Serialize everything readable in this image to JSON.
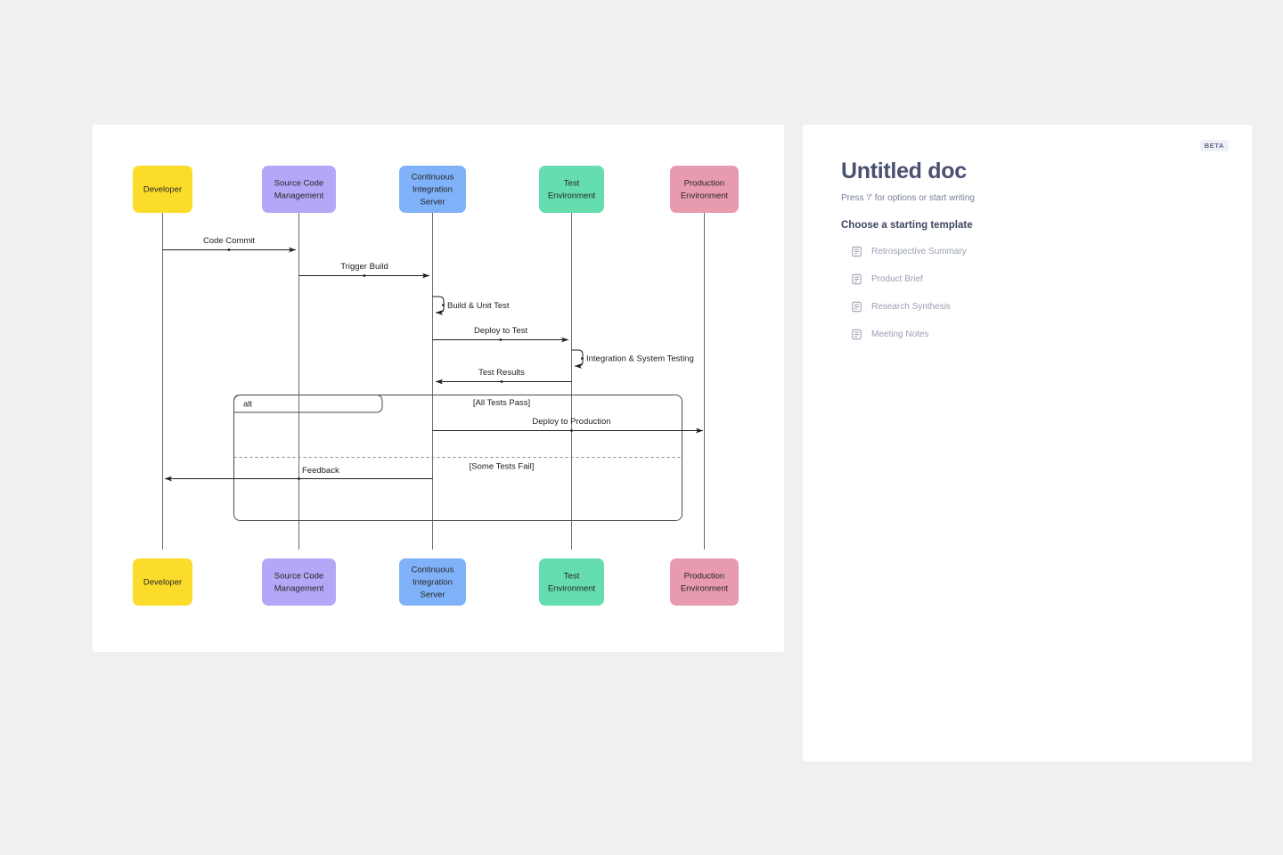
{
  "diagram": {
    "type": "sequence-diagram",
    "participants": [
      {
        "id": "dev",
        "label": "Developer",
        "color": "#FCDC2A",
        "lines": [
          "Developer"
        ]
      },
      {
        "id": "scm",
        "label": "Source Code Management",
        "color": "#B6A6F7",
        "lines": [
          "Source Code",
          "Management"
        ]
      },
      {
        "id": "ci",
        "label": "Continuous Integration Server",
        "color": "#7FB2F9",
        "lines": [
          "Continuous",
          "Integration",
          "Server"
        ]
      },
      {
        "id": "test",
        "label": "Test Environment",
        "color": "#65DDAF",
        "lines": [
          "Test",
          "Environment"
        ]
      },
      {
        "id": "prod",
        "label": "Production Environment",
        "color": "#E89BAE",
        "lines": [
          "Production",
          "Environment"
        ]
      }
    ],
    "messages": [
      {
        "label": "Code Commit",
        "from": "dev",
        "to": "scm",
        "kind": "sync"
      },
      {
        "label": "Trigger Build",
        "from": "scm",
        "to": "ci",
        "kind": "sync"
      },
      {
        "label": "Build & Unit Test",
        "from": "ci",
        "to": "ci",
        "kind": "self"
      },
      {
        "label": "Deploy to Test",
        "from": "ci",
        "to": "test",
        "kind": "sync"
      },
      {
        "label": "Integration & System Testing",
        "from": "test",
        "to": "test",
        "kind": "self"
      },
      {
        "label": "Test Results",
        "from": "test",
        "to": "ci",
        "kind": "sync"
      },
      {
        "label": "Deploy to Production",
        "from": "ci",
        "to": "prod",
        "kind": "sync"
      },
      {
        "label": "Feedback",
        "from": "ci",
        "to": "dev",
        "kind": "sync"
      }
    ],
    "fragment": {
      "kind": "alt",
      "operator_label": "alt",
      "branches": [
        {
          "guard": "[All Tests Pass]"
        },
        {
          "guard": "[Some Tests Fail]"
        }
      ]
    }
  },
  "doc": {
    "badge": "BETA",
    "title": "Untitled doc",
    "hint": "Press '/' for options or start writing",
    "template_heading": "Choose a starting template",
    "templates": [
      {
        "icon": "document-icon",
        "label": "Retrospective Summary"
      },
      {
        "icon": "document-icon",
        "label": "Product Brief"
      },
      {
        "icon": "document-icon",
        "label": "Research Synthesis"
      },
      {
        "icon": "document-icon",
        "label": "Meeting Notes"
      }
    ]
  }
}
